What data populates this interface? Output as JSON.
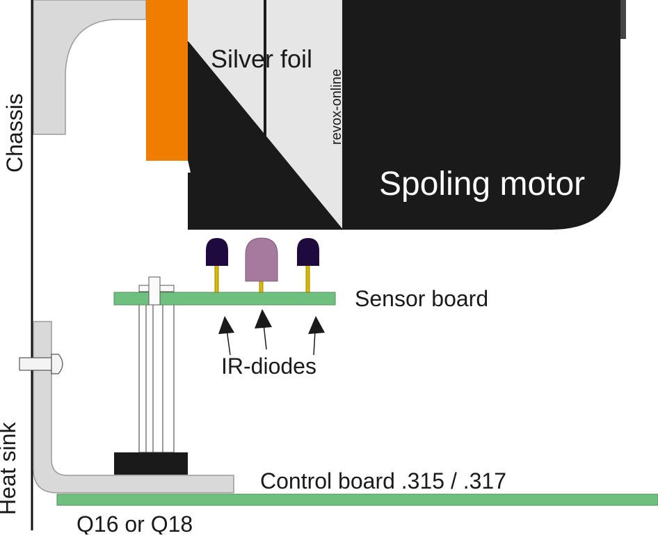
{
  "labels": {
    "chassis": "Chassis",
    "heat_sink": "Heat sink",
    "silver_foil": "Silver foil",
    "watermark": "revox-online",
    "spooling_motor": "Spoling motor",
    "sensor_board": "Sensor board",
    "ir_diodes": "IR-diodes",
    "control_board": "Control board .315 / .317",
    "transistor": "Q16 or Q18"
  },
  "colors": {
    "chassis_gray": "#d9d9d9",
    "orange_strip": "#ef7d00",
    "motor_black": "#1a1a1a",
    "foil": "#e6e6e6",
    "pcb_green": "#6fbf7f",
    "ir_led": "#1e0a3c",
    "center_led": "#a6799e",
    "led_leg": "#d9b800"
  },
  "icons": [
    "ir-diode-icon",
    "arrow-icon"
  ]
}
